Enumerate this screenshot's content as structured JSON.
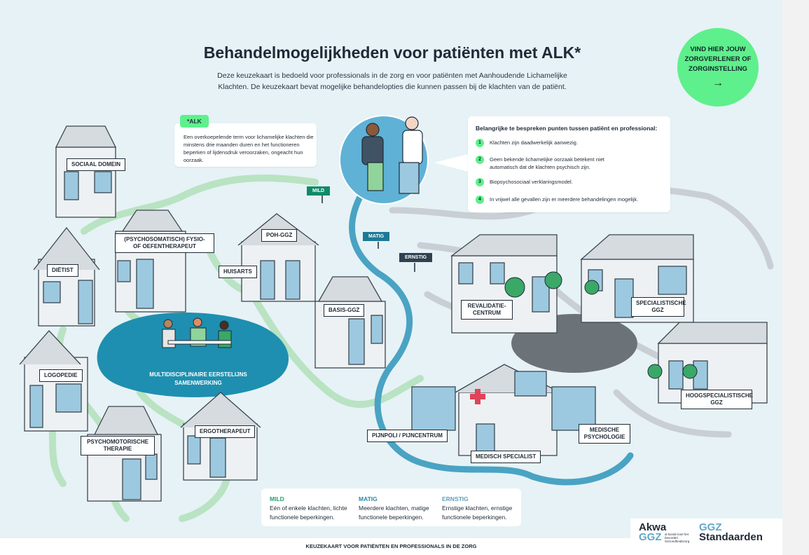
{
  "header": {
    "title": "Behandelmogelijkheden voor patiënten met ALK*",
    "intro": "Deze keuzekaart is bedoeld voor professionals in de zorg en voor patiënten met Aanhoudende Lichamelijke Klachten. De keuzekaart bevat mogelijke behandelopties die kunnen passen bij de klachten van de patiënt."
  },
  "cta": {
    "label": "VIND HIER JOUW ZORGVERLENER OF ZORGINSTELLING",
    "arrow_icon": "arrow-right-icon",
    "color": "#5ef08c"
  },
  "alk": {
    "tag": "*ALK",
    "text": "Een overkoepelende term voor lichamelijke klachten die minstens drie maanden duren en het functioneren beperken of lijdensdruk veroorzaken, ongeacht hun oorzaak."
  },
  "points": {
    "title": "Belangrijke te bespreken punten tussen patiënt en professional:",
    "items": [
      {
        "num": "1",
        "text": "Klachten zijn daadwerkelijk aanwezig."
      },
      {
        "num": "2",
        "text": "Geen bekende lichamelijke oorzaak betekent niet automatisch dat de klachten psychisch zijn."
      },
      {
        "num": "3",
        "text": "Biopsychosociaal verklaringsmodel."
      },
      {
        "num": "4",
        "text": "In vrijwel alle gevallen zijn er meerdere behandelingen mogelijk."
      }
    ]
  },
  "places": {
    "sociaal_domein": "SOCIAAL DOMEIN",
    "fysio": "(PSYCHOSOMATISCH) FYSIO- OF OEFENTHERAPEUT",
    "poh_ggz": "POH-GGZ",
    "dietist": "DIËTIST",
    "huisarts": "HUISARTS",
    "basis_ggz": "BASIS-GGZ",
    "logopedie": "LOGOPEDIE",
    "multidisciplinair": "MULTIDISCIPLINAIRE EERSTELIJNS SAMENWERKING",
    "psychomotorische": "PSYCHOMOTORISCHE THERAPIE",
    "ergotherapeut": "ERGOTHERAPEUT",
    "revalidatie": "REVALIDATIE-CENTRUM",
    "specialistische_ggz": "SPECIALISTISCHE GGZ",
    "hoogspecialistische_ggz": "HOOGSPECIALISTISCHE GGZ",
    "pijnpoli": "PIJNPOLI / PIJNCENTRUM",
    "medische_psychologie": "MEDISCHE PSYCHOLOGIE",
    "medisch_specialist": "MEDISCH SPECIALIST"
  },
  "signs": {
    "mild": {
      "label": "MILD",
      "color": "#0f8a6a"
    },
    "matig": {
      "label": "MATIG",
      "color": "#1c7a96"
    },
    "ernstig": {
      "label": "ERNSTIG",
      "color": "#2f4150"
    }
  },
  "legend": {
    "mild": {
      "heading": "MILD",
      "text": "Eén of enkele klachten, lichte functionele beperkingen.",
      "color": "#1fa36a"
    },
    "matig": {
      "heading": "MATIG",
      "text": "Meerdere klachten, matige functionele beperkingen.",
      "color": "#2a86a8"
    },
    "ernstig": {
      "heading": "ERNSTIG",
      "text": "Ernstige klachten, ernstige functionele beperkingen.",
      "color": "#5e9fbd"
    }
  },
  "footer": {
    "text": "KEUZEKAART VOOR PATIËNTEN EN PROFESSIONALS IN DE ZORG"
  },
  "logos": {
    "akwa_line1": "Akwa",
    "akwa_line2": "GGZ",
    "akwa_tagline": "al kunde koel het bevordert Gezondheidszorg",
    "ggz_line1": "GGZ",
    "ggz_line2": "Standaarden"
  },
  "colors": {
    "path_mild": "#b9e3c2",
    "path_matig": "#4aa3c3",
    "path_ernstig": "#c9cfd4",
    "pond": "#1e8fb0",
    "accent_green": "#5ef08c"
  }
}
